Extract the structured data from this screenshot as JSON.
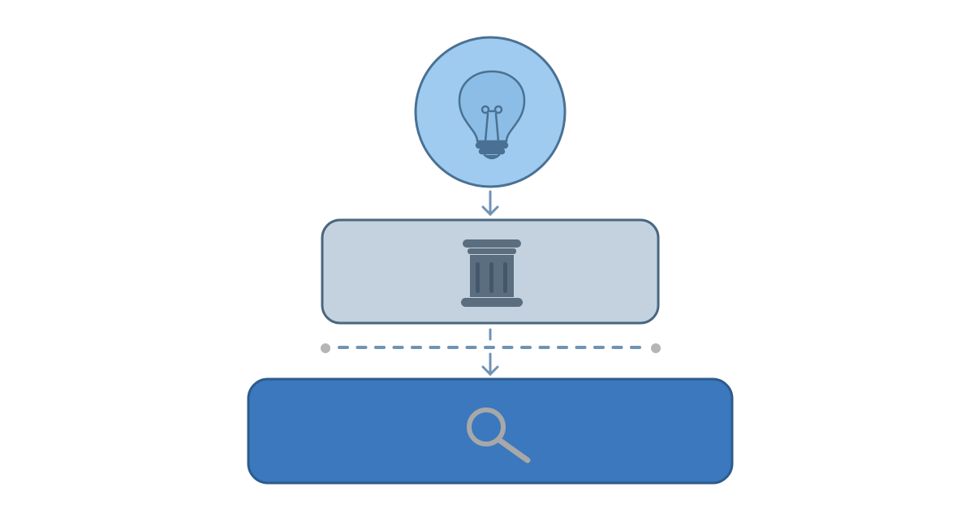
{
  "diagram": {
    "nodes": [
      {
        "id": "idea",
        "icon": "lightbulb-icon"
      },
      {
        "id": "institution",
        "icon": "pillar-icon"
      },
      {
        "id": "search",
        "icon": "magnifier-icon"
      }
    ],
    "edges": [
      {
        "from": "idea",
        "to": "institution",
        "style": "solid-arrow"
      },
      {
        "from": "institution",
        "to": "search",
        "style": "dashed-arrow-through-divider"
      }
    ],
    "colors": {
      "idea_fill": "#9ecbef",
      "idea_stroke": "#4a7193",
      "institution_fill": "#c3d2de",
      "institution_stroke": "#4a6680",
      "search_fill": "#3b78bd",
      "search_stroke": "#2e5b8c",
      "arrow": "#6f93b3",
      "divider_dot": "#b5b5b5",
      "icon_dark": "#5b6e80",
      "icon_search": "#a8a8a8"
    }
  }
}
